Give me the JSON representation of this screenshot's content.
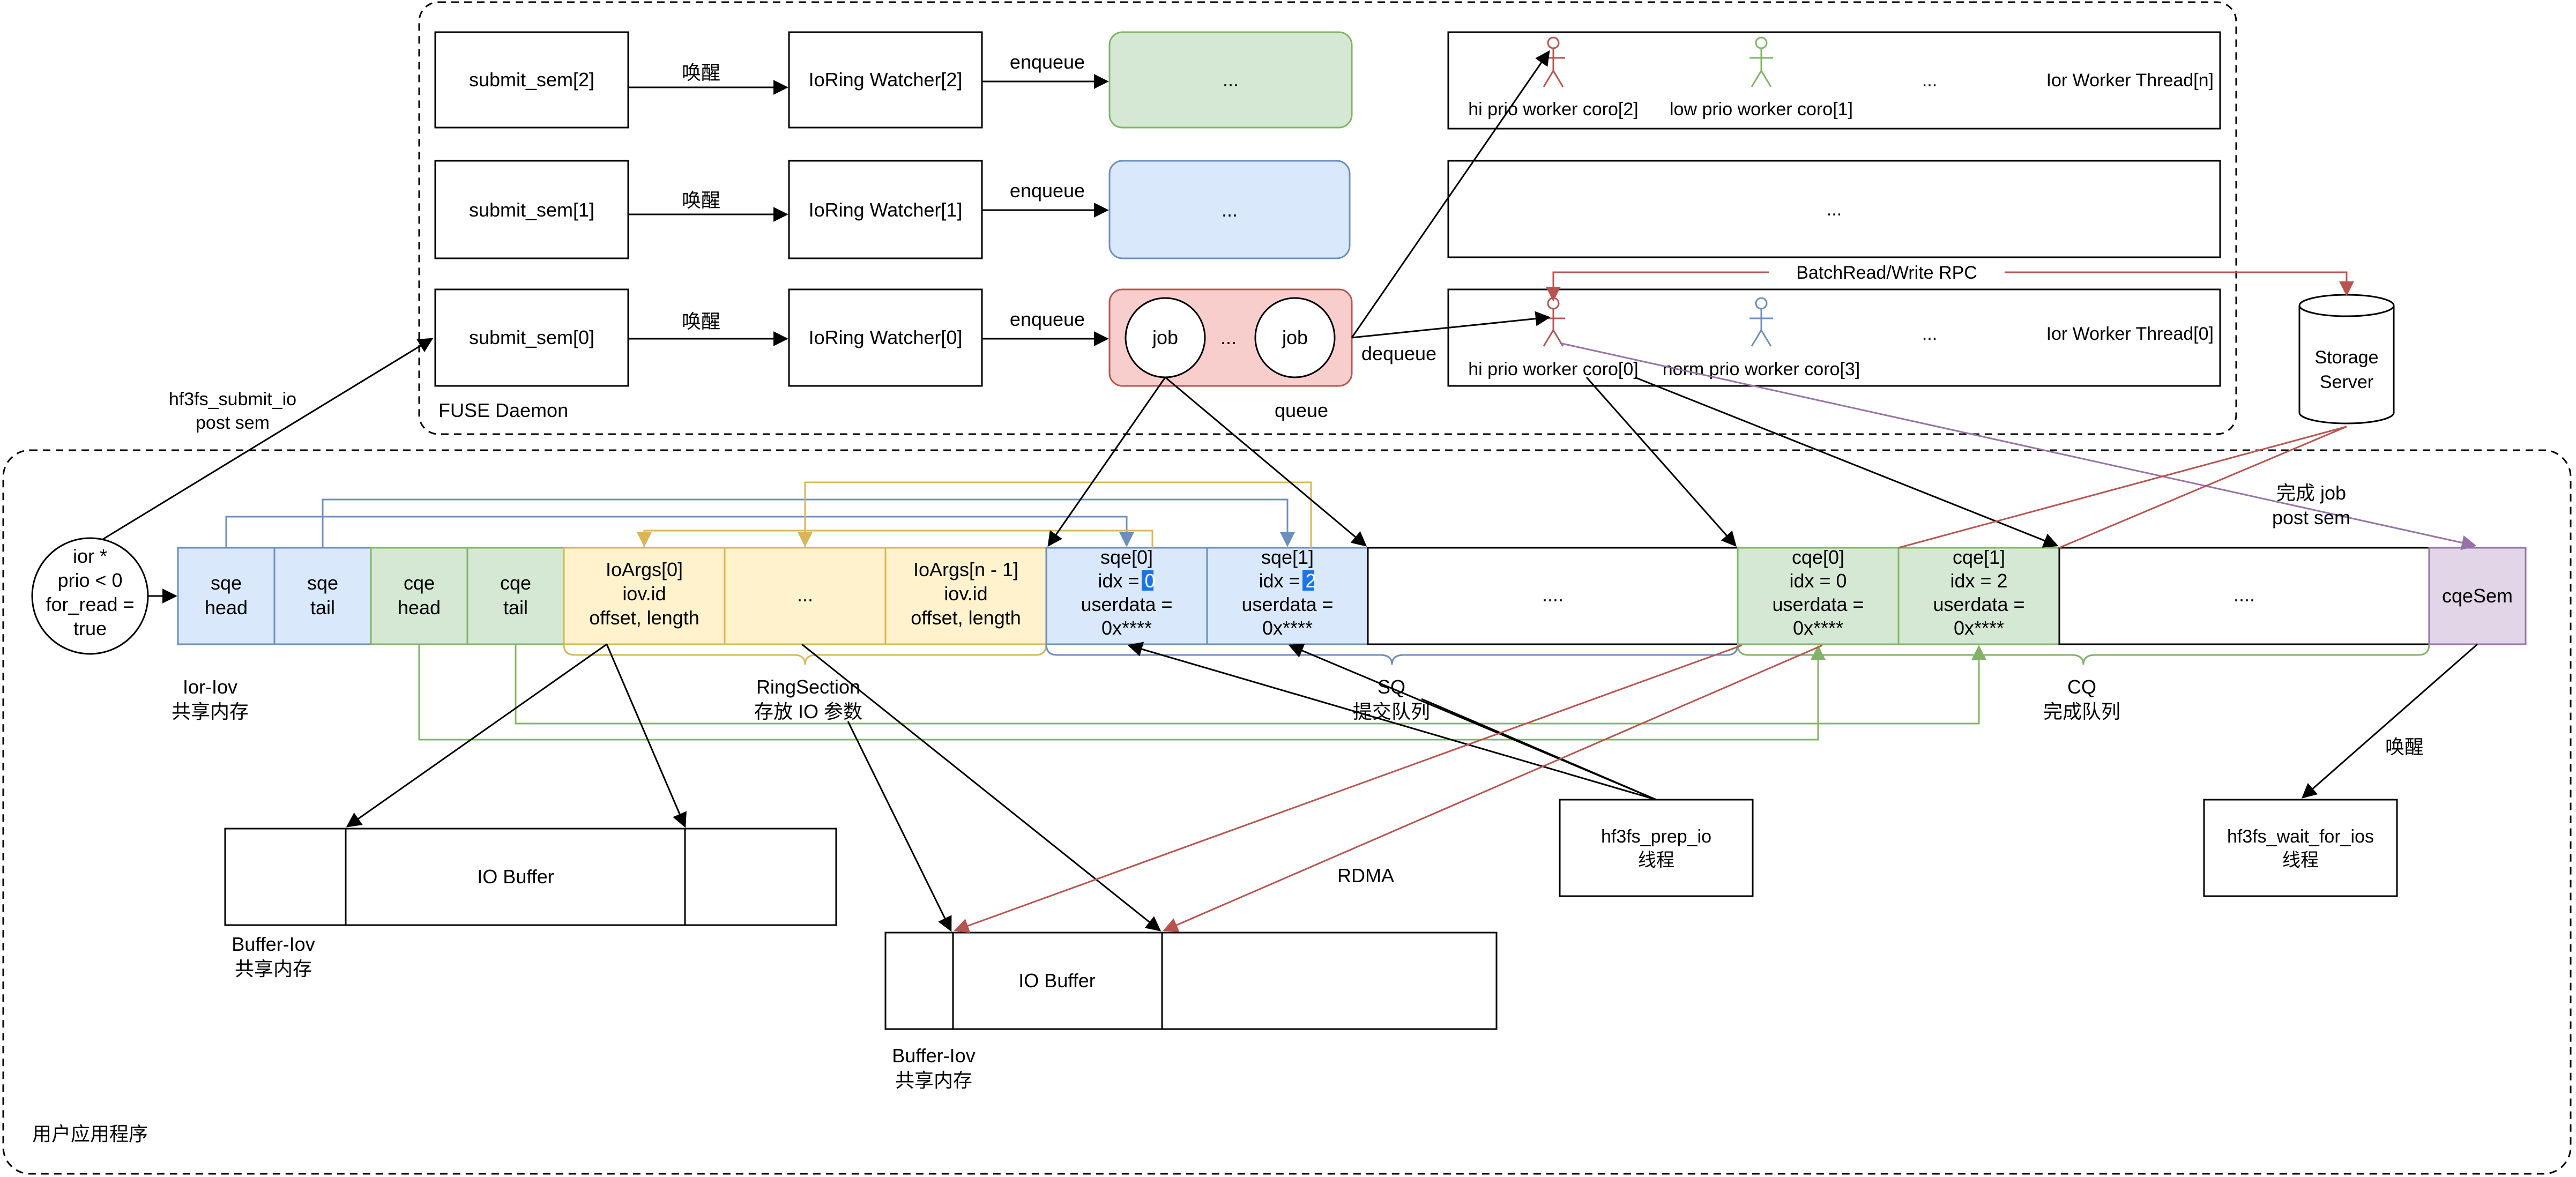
{
  "colors": {
    "blue_fill": "#dae8fc",
    "blue_stroke": "#6c8ebf",
    "green_fill": "#d5e8d4",
    "green_stroke": "#82b366",
    "yellow_fill": "#fff2cc",
    "yellow_stroke": "#d6b656",
    "red_fill": "#f8cecc",
    "red_stroke": "#b85450",
    "purple_fill": "#e1d5e7",
    "purple_stroke": "#9673a6",
    "line": "#000000"
  },
  "fuse_daemon": {
    "label": "FUSE Daemon",
    "rows": [
      {
        "sem": "submit_sem[2]",
        "wake": "唤醒",
        "watcher": "IoRing Watcher[2]",
        "enqueue": "enqueue",
        "queue": "..."
      },
      {
        "sem": "submit_sem[1]",
        "wake": "唤醒",
        "watcher": "IoRing Watcher[1]",
        "enqueue": "enqueue",
        "queue": "..."
      },
      {
        "sem": "submit_sem[0]",
        "wake": "唤醒",
        "watcher": "IoRing Watcher[0]",
        "enqueue": "enqueue",
        "queue": ""
      }
    ],
    "queue0": {
      "job_a": "job",
      "dots": "...",
      "job_b": "job",
      "label": "queue",
      "dequeue": "dequeue"
    },
    "workers": [
      {
        "coro_a": "hi prio worker coro[2]",
        "coro_b": "low prio worker coro[1]",
        "dots": "...",
        "thread": "Ior Worker Thread[n]"
      },
      {
        "dots": "..."
      },
      {
        "coro_a": "hi prio worker coro[0]",
        "coro_b": "norm prio worker coro[3]",
        "dots": "...",
        "thread": "Ior Worker Thread[0]"
      }
    ],
    "rpc_label": "BatchRead/Write RPC",
    "storage": [
      "Storage",
      "Server"
    ]
  },
  "ior": {
    "lines": [
      "ior *",
      "prio < 0",
      "for_read =",
      "true"
    ]
  },
  "submit_label": [
    "hf3fs_submit_io",
    "post sem"
  ],
  "ring": {
    "cells": {
      "sqe_head": [
        "sqe",
        "head"
      ],
      "sqe_tail": [
        "sqe",
        "tail"
      ],
      "cqe_head": [
        "cqe",
        "head"
      ],
      "cqe_tail": [
        "cqe",
        "tail"
      ],
      "ioargs0": [
        "IoArgs[0]",
        "iov.id",
        "offset, length"
      ],
      "ioargs_mid": [
        "..."
      ],
      "ioargs_n": [
        "IoArgs[n - 1]",
        "iov.id",
        "offset, length"
      ],
      "sqe0": [
        "sqe[0]",
        "idx = ",
        "0",
        "userdata =",
        "0x****"
      ],
      "sqe1": [
        "sqe[1]",
        "idx = ",
        "2",
        "userdata =",
        "0x****"
      ],
      "sq_rest": [
        "...."
      ],
      "cqe0": [
        "cqe[0]",
        "idx = 0",
        "userdata =",
        "0x****"
      ],
      "cqe1": [
        "cqe[1]",
        "idx = 2",
        "userdata =",
        "0x****"
      ],
      "cq_rest": [
        "...."
      ],
      "cqe_sem": [
        "cqeSem"
      ]
    },
    "ior_iov": [
      "Ior-Iov",
      "共享内存"
    ],
    "ring_section": [
      "RingSection",
      "存放 IO 参数"
    ],
    "sq": [
      "SQ",
      "提交队列"
    ],
    "cq": [
      "CQ",
      "完成队列"
    ]
  },
  "done_label": [
    "完成 job",
    "post sem"
  ],
  "wake_label": "唤醒",
  "prep_io": [
    "hf3fs_prep_io",
    "线程"
  ],
  "wait_ios": [
    "hf3fs_wait_for_ios",
    "线程"
  ],
  "buffer1": {
    "label": "IO Buffer",
    "caption": [
      "Buffer-Iov",
      "共享内存"
    ]
  },
  "buffer2": {
    "label": "IO Buffer",
    "caption": [
      "Buffer-Iov",
      "共享内存"
    ]
  },
  "rdma_label": "RDMA",
  "app_label": "用户应用程序"
}
